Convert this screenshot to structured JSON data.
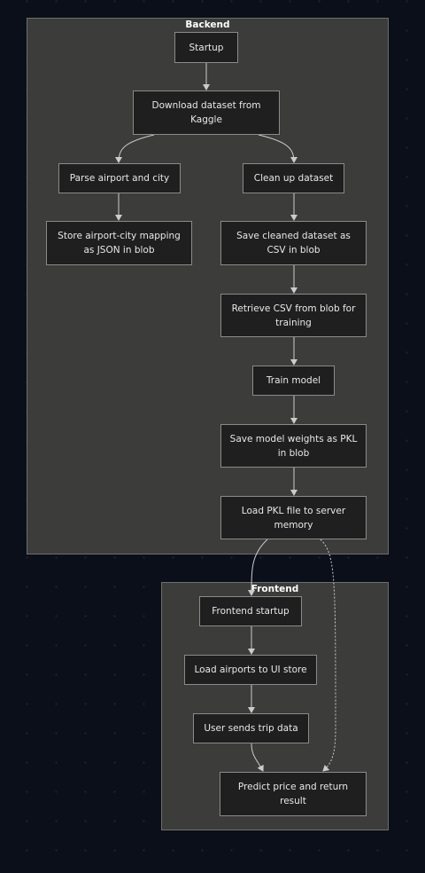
{
  "clusters": {
    "backend": "Backend",
    "frontend": "Frontend"
  },
  "nodes": {
    "startup": "Startup",
    "download_dataset": "Download dataset from\nKaggle",
    "parse_airport_city": "Parse airport and city",
    "clean_up_dataset": "Clean up dataset",
    "store_mapping": "Store airport-city mapping\nas JSON in blob",
    "save_cleaned": "Save cleaned dataset as\nCSV in blob",
    "retrieve_csv": "Retrieve CSV from blob for\ntraining",
    "train_model": "Train model",
    "save_weights": "Save model weights as PKL\nin blob",
    "load_pkl": "Load PKL file to server\nmemory",
    "frontend_startup": "Frontend startup",
    "load_airports": "Load airports to UI store",
    "user_sends": "User sends trip data",
    "predict_price": "Predict price and return\nresult"
  },
  "colors": {
    "background": "#0b0f19",
    "cluster_fill": "#3c3c3b",
    "node_fill": "#1f1f1f",
    "edge": "#cccccc"
  }
}
